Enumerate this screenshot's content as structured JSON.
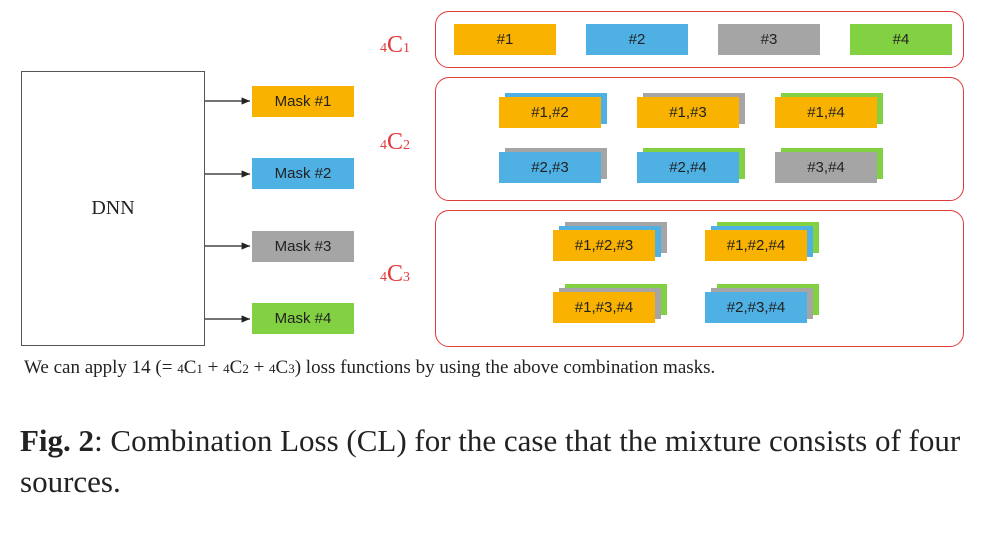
{
  "colors": {
    "src1": "#f9b200",
    "src2": "#4fb0e4",
    "src3": "#a5a5a5",
    "src4": "#82d142",
    "group_border": "#e03a3a"
  },
  "dnn": {
    "label": "DNN"
  },
  "masks": [
    {
      "label": "Mask #1",
      "color": "#f9b200"
    },
    {
      "label": "Mask #2",
      "color": "#4fb0e4"
    },
    {
      "label": "Mask #3",
      "color": "#a5a5a5"
    },
    {
      "label": "Mask #4",
      "color": "#82d142"
    }
  ],
  "groups": [
    {
      "label_sub": "4",
      "label_main": "C",
      "label_index": "1",
      "combos": [
        {
          "label": "#1",
          "layers": [
            "#f9b200"
          ]
        },
        {
          "label": "#2",
          "layers": [
            "#4fb0e4"
          ]
        },
        {
          "label": "#3",
          "layers": [
            "#a5a5a5"
          ]
        },
        {
          "label": "#4",
          "layers": [
            "#82d142"
          ]
        }
      ]
    },
    {
      "label_sub": "4",
      "label_main": "C",
      "label_index": "2",
      "combos": [
        {
          "label": "#1,#2",
          "layers": [
            "#4fb0e4",
            "#f9b200"
          ]
        },
        {
          "label": "#1,#3",
          "layers": [
            "#a5a5a5",
            "#f9b200"
          ]
        },
        {
          "label": "#1,#4",
          "layers": [
            "#82d142",
            "#f9b200"
          ]
        },
        {
          "label": "#2,#3",
          "layers": [
            "#a5a5a5",
            "#4fb0e4"
          ]
        },
        {
          "label": "#2,#4",
          "layers": [
            "#82d142",
            "#4fb0e4"
          ]
        },
        {
          "label": "#3,#4",
          "layers": [
            "#82d142",
            "#a5a5a5"
          ]
        }
      ]
    },
    {
      "label_sub": "4",
      "label_main": "C",
      "label_index": "3",
      "combos": [
        {
          "label": "#1,#2,#3",
          "layers": [
            "#a5a5a5",
            "#4fb0e4",
            "#f9b200"
          ]
        },
        {
          "label": "#1,#2,#4",
          "layers": [
            "#82d142",
            "#4fb0e4",
            "#f9b200"
          ]
        },
        {
          "label": "#1,#3,#4",
          "layers": [
            "#82d142",
            "#a5a5a5",
            "#f9b200"
          ]
        },
        {
          "label": "#2,#3,#4",
          "layers": [
            "#82d142",
            "#a5a5a5",
            "#4fb0e4"
          ]
        }
      ]
    }
  ],
  "caption": {
    "prefix": "We can apply 14 (= ",
    "t1_sub": "4",
    "t1_main": "C",
    "t1_idx": "1",
    "plus1": " + ",
    "t2_sub": "4",
    "t2_main": "C",
    "t2_idx": "2",
    "plus2": " + ",
    "t3_sub": "4",
    "t3_main": "C",
    "t3_idx": "3",
    "suffix": ") loss functions by using the above combination masks."
  },
  "figure_caption": {
    "label": "Fig. 2",
    "text": ": Combination Loss (CL) for the case that the mixture consists of four sources."
  }
}
